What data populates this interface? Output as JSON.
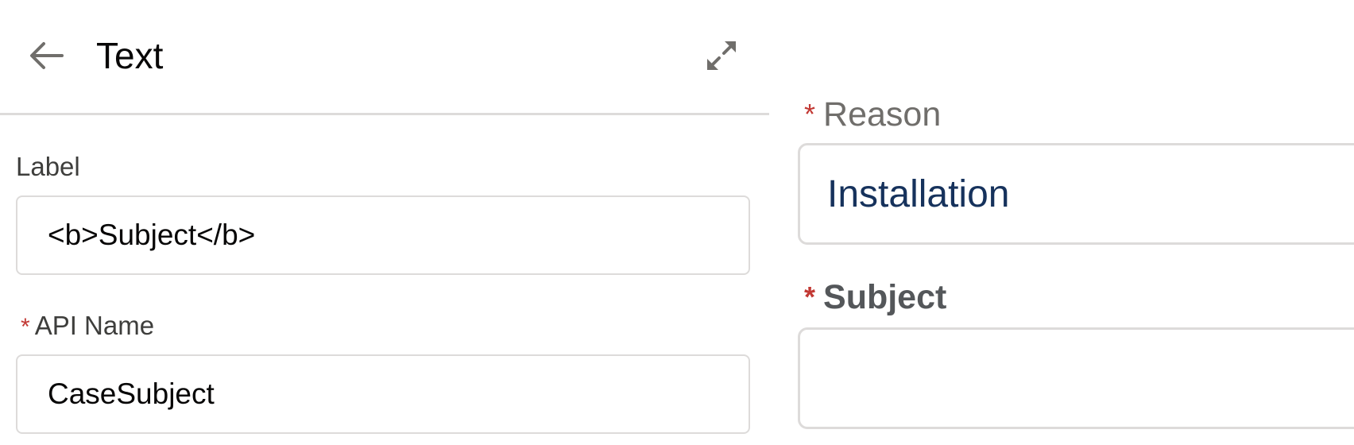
{
  "panel": {
    "title": "Text",
    "back_icon": "arrow-left-icon",
    "expand_icon": "expand-icon",
    "fields": {
      "label": {
        "label": "Label",
        "value": "<b>Subject</b>",
        "required": false
      },
      "api_name": {
        "label": "API Name",
        "value": "CaseSubject",
        "required": true
      }
    }
  },
  "preview": {
    "fields": [
      {
        "label": "Reason",
        "value": "Installation",
        "required": true
      },
      {
        "label": "Subject",
        "value": "",
        "required": true
      }
    ]
  },
  "colors": {
    "required": "#c23934",
    "border": "#dddbda",
    "value_text": "#16325c"
  },
  "required_marker": "*"
}
